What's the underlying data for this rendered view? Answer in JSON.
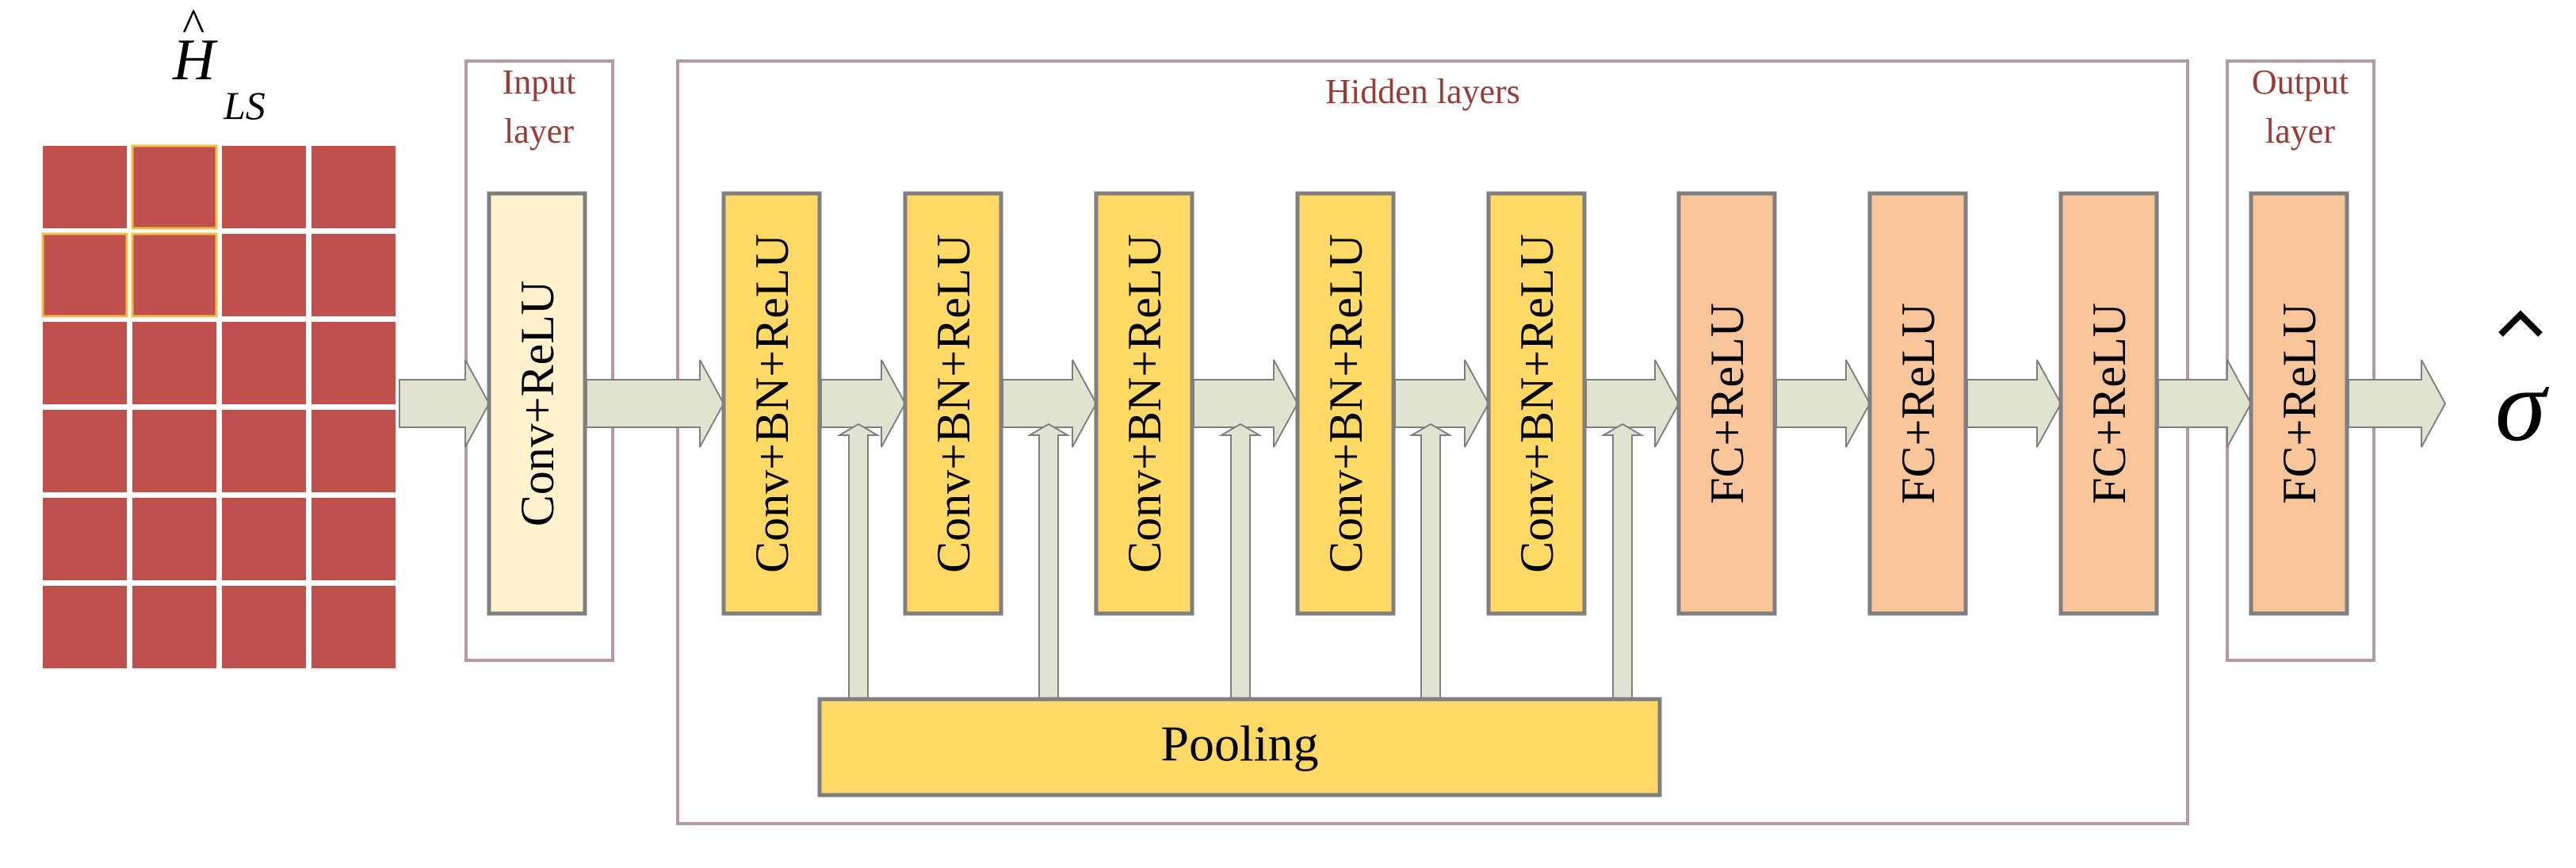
{
  "input_matrix": {
    "symbol": "H",
    "subscript": "LS",
    "rows": 6,
    "cols": 4,
    "cell_color": "#c0504d",
    "highlight_cells": [
      [
        0,
        1
      ],
      [
        1,
        0
      ],
      [
        1,
        1
      ]
    ],
    "highlight_color": "#f0c040"
  },
  "sections": {
    "input_title_line1": "Input",
    "input_title_line2": "layer",
    "hidden_title": "Hidden layers",
    "output_title_line1": "Output",
    "output_title_line2": "layer"
  },
  "blocks": {
    "input": "Conv+ReLU",
    "conv": [
      "Conv+BN+ReLU",
      "Conv+BN+ReLU",
      "Conv+BN+ReLU",
      "Conv+BN+ReLU",
      "Conv+BN+ReLU"
    ],
    "fc": [
      "FC+ReLU",
      "FC+ReLU",
      "FC+ReLU"
    ],
    "output": "FC+ReLU",
    "pooling": "Pooling"
  },
  "output_symbol": "σ",
  "colors": {
    "input_block": "#fff2cc",
    "conv_block": "#ffd966",
    "fc_block": "#f8c49a",
    "pooling_block": "#ffd966",
    "arrow_fill": "#dfe3d0",
    "frame": "#b598a8",
    "block_border": "#7f7f7f"
  }
}
